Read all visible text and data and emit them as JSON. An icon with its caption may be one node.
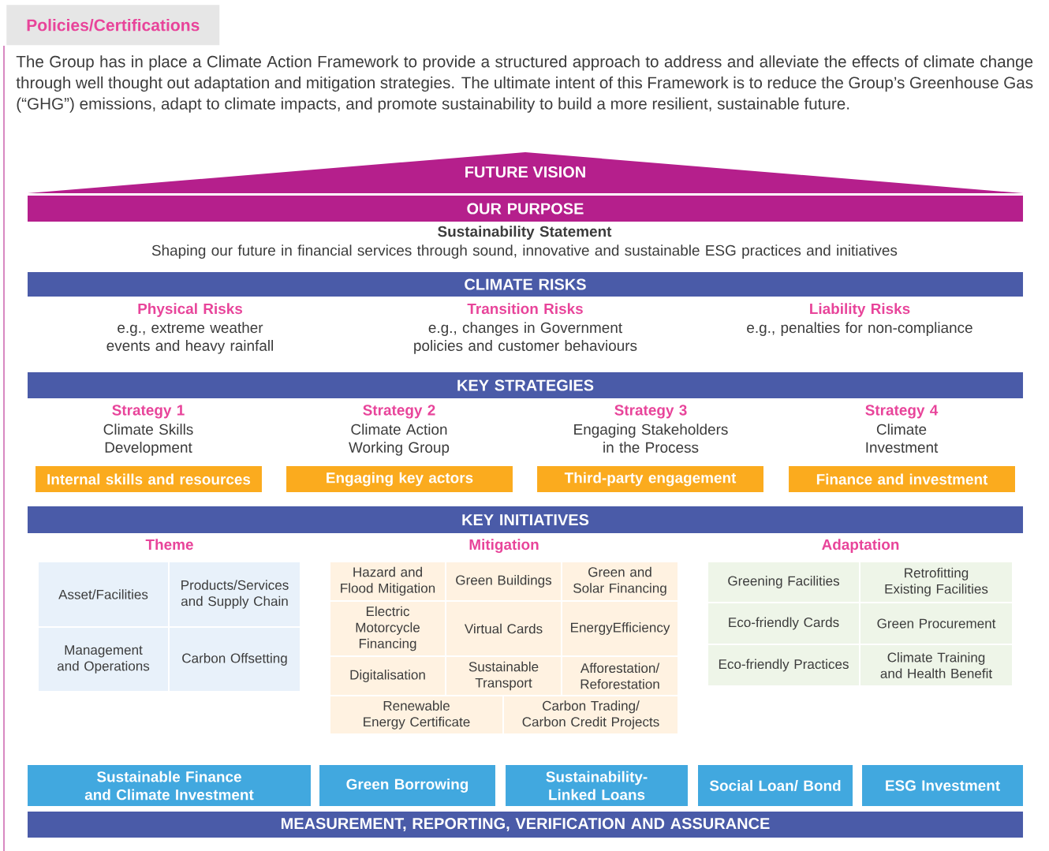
{
  "diagram": {
    "title": "Policies/Certifications",
    "nodes": [
      {
        "text": [
          "FUTURE VISION"
        ]
      },
      {
        "text": [
          "OUR PURPOSE"
        ]
      },
      {
        "text": [
          "CLIMATE RISKS"
        ]
      },
      {
        "text": [
          "KEY STRATEGIES"
        ]
      },
      {
        "text": [
          "Internal skills and resources"
        ]
      },
      {
        "text": [
          "Engaging key actors"
        ]
      },
      {
        "text": [
          "Third-party engagement"
        ]
      },
      {
        "text": [
          "Finance and investment"
        ]
      },
      {
        "text": [
          "KEY INITIATIVES"
        ]
      },
      {
        "text": [
          "Sustainable Finance and Climate Investment"
        ]
      },
      {
        "text": [
          "Green Borrowing"
        ]
      },
      {
        "text": [
          "Sustainability-Linked Loans"
        ]
      },
      {
        "text": [
          "Social Loan/ Bond"
        ]
      },
      {
        "text": [
          "ESG Investment"
        ]
      },
      {
        "text": [
          "MEASUREMENT, REPORTING, VERIFICATION AND ASSURANCE"
        ]
      }
    ],
    "labels": [
      "The Group has in place a Climate Action Framework to provide a structured approach to address and alleviate the effects of climate change through well thought out adaptation and mitigation strategies. The ultimate intent of this Framework is to reduce the Group’s Greenhouse Gas (“GHG”) emissions, adapt to climate impacts, and promote sustainability to build a more resilient, sustainable future.",
      "Sustainability Statement",
      "Shaping our future in financial services through sound, innovative and sustainable ESG practices and initiatives",
      "Physical Risks",
      "e.g., extreme weather events and heavy rainfall",
      "Transition Risks",
      "e.g., changes in Government policies and customer behaviours",
      "Liability Risks",
      "e.g., penalties for non-compliance",
      "Strategy 1",
      "Climate Skills Development",
      "Strategy 2",
      "Climate Action Working Group",
      "Strategy 3",
      "Engaging Stakeholders in the Process",
      "Strategy 4",
      "Climate Investment",
      "Theme",
      "Mitigation",
      "Adaptation",
      "Asset/Facilities",
      "Products/Services and Supply Chain",
      "Management and Operations",
      "Carbon Offsetting",
      "Hazard and Flood Mitigation",
      "Green Buildings",
      "Green and Solar Financing",
      "Electric Motorcycle Financing",
      "Virtual Cards",
      "EnergyEfficiency",
      "Digitalisation",
      "Sustainable Transport",
      "Afforestation/ Reforestation",
      "Renewable Energy Certificate",
      "Carbon Trading/ Carbon Credit Projects",
      "Greening Facilities",
      "Retrofitting Existing Facilities",
      "Eco-friendly Cards",
      "Green Procurement",
      "Eco-friendly Practices",
      "Climate Training and Health Benefit"
    ]
  }
}
